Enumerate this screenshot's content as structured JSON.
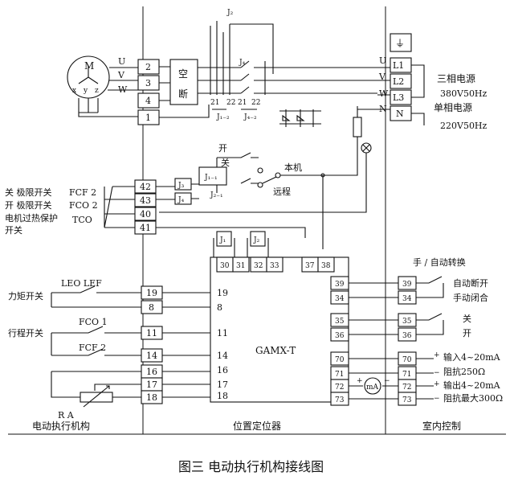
{
  "motor": {
    "label": "M",
    "x": "x",
    "y": "y",
    "z": "z"
  },
  "phase_u": "U",
  "phase_v": "V",
  "phase_w": "W",
  "neutral": "N",
  "breaker_line1": "空",
  "breaker_line2": "断",
  "t1": "1",
  "t2": "2",
  "t3": "3",
  "t4": "4",
  "j2_top": "J₂",
  "j4_contact": "J₄",
  "j12_label": "J₁₋₂",
  "j42_label": "J₄₋₂",
  "c21a": "21",
  "c22a": "22",
  "c21b": "21",
  "c22b": "22",
  "ground_symbol": "⏚",
  "l1": "L1",
  "l2": "L2",
  "l3": "L3",
  "ln": "N",
  "three_phase_title": "三相电源",
  "three_phase_spec": "380V50Hz",
  "single_phase_title": "单相电源",
  "single_phase_spec": "220V50Hz",
  "open_label": "开",
  "close_label": "关",
  "local_label": "本机",
  "remote_label": "远程",
  "j3_coil": "J₃",
  "j4_coil": "J₄",
  "j11_label": "J₁₋₁",
  "j21_label": "J₂₋₁",
  "limit_close": "关  极限开关",
  "limit_open": "开  极限开关",
  "thermal_1": "电机过热保护",
  "thermal_2": "开关",
  "fcf2": "FCF 2",
  "fco2": "FCO 2",
  "tco": "TCO",
  "t42": "42",
  "t43": "43",
  "t40": "40",
  "t41": "41",
  "j1_coil": "J₁",
  "j2_coil": "J₂",
  "p30": "30",
  "p31": "31",
  "p32": "32",
  "p33": "33",
  "p37": "37",
  "p38": "38",
  "torque_label": "LEO LEF",
  "torque_switch": "力矩开关",
  "travel_fco1": "FCO 1",
  "travel_fcf2": "FCF 2",
  "travel_switch": "行程开关",
  "t19": "19",
  "t8": "8",
  "t11": "11",
  "t14": "14",
  "t16": "16",
  "t17": "17",
  "t18": "18",
  "pi19": "19",
  "pi8": "8",
  "pi11": "11",
  "pi14": "14",
  "pi16": "16",
  "pi17": "17",
  "pi18": "18",
  "ra": "R A",
  "positioner": "GAMX-T",
  "po39": "39",
  "po34": "34",
  "po35": "35",
  "po36": "36",
  "po70": "70",
  "po71": "71",
  "po72": "72",
  "po73": "73",
  "r39": "39",
  "r34": "34",
  "r35": "35",
  "r36": "36",
  "r70": "70",
  "r71": "71",
  "r72": "72",
  "r73": "73",
  "auto_switch": "手 / 自动转换",
  "auto_open": "自动断开",
  "manual_close": "手动闭合",
  "r_close": "关",
  "r_open": "开",
  "in_sig": "输入4~20mA",
  "in_imp": "阻抗250Ω",
  "out_sig": "输出4~20mA",
  "out_imp": "阻抗最大300Ω",
  "ma": "mA",
  "plus1": "+",
  "minus1": "−",
  "plus2": "+",
  "minus2": "−",
  "plus3": "+",
  "minus3": "−",
  "sec_left": "电动执行机构",
  "sec_mid": "位置定位器",
  "sec_right": "室内控制",
  "caption": "图三   电动执行机构接线图"
}
